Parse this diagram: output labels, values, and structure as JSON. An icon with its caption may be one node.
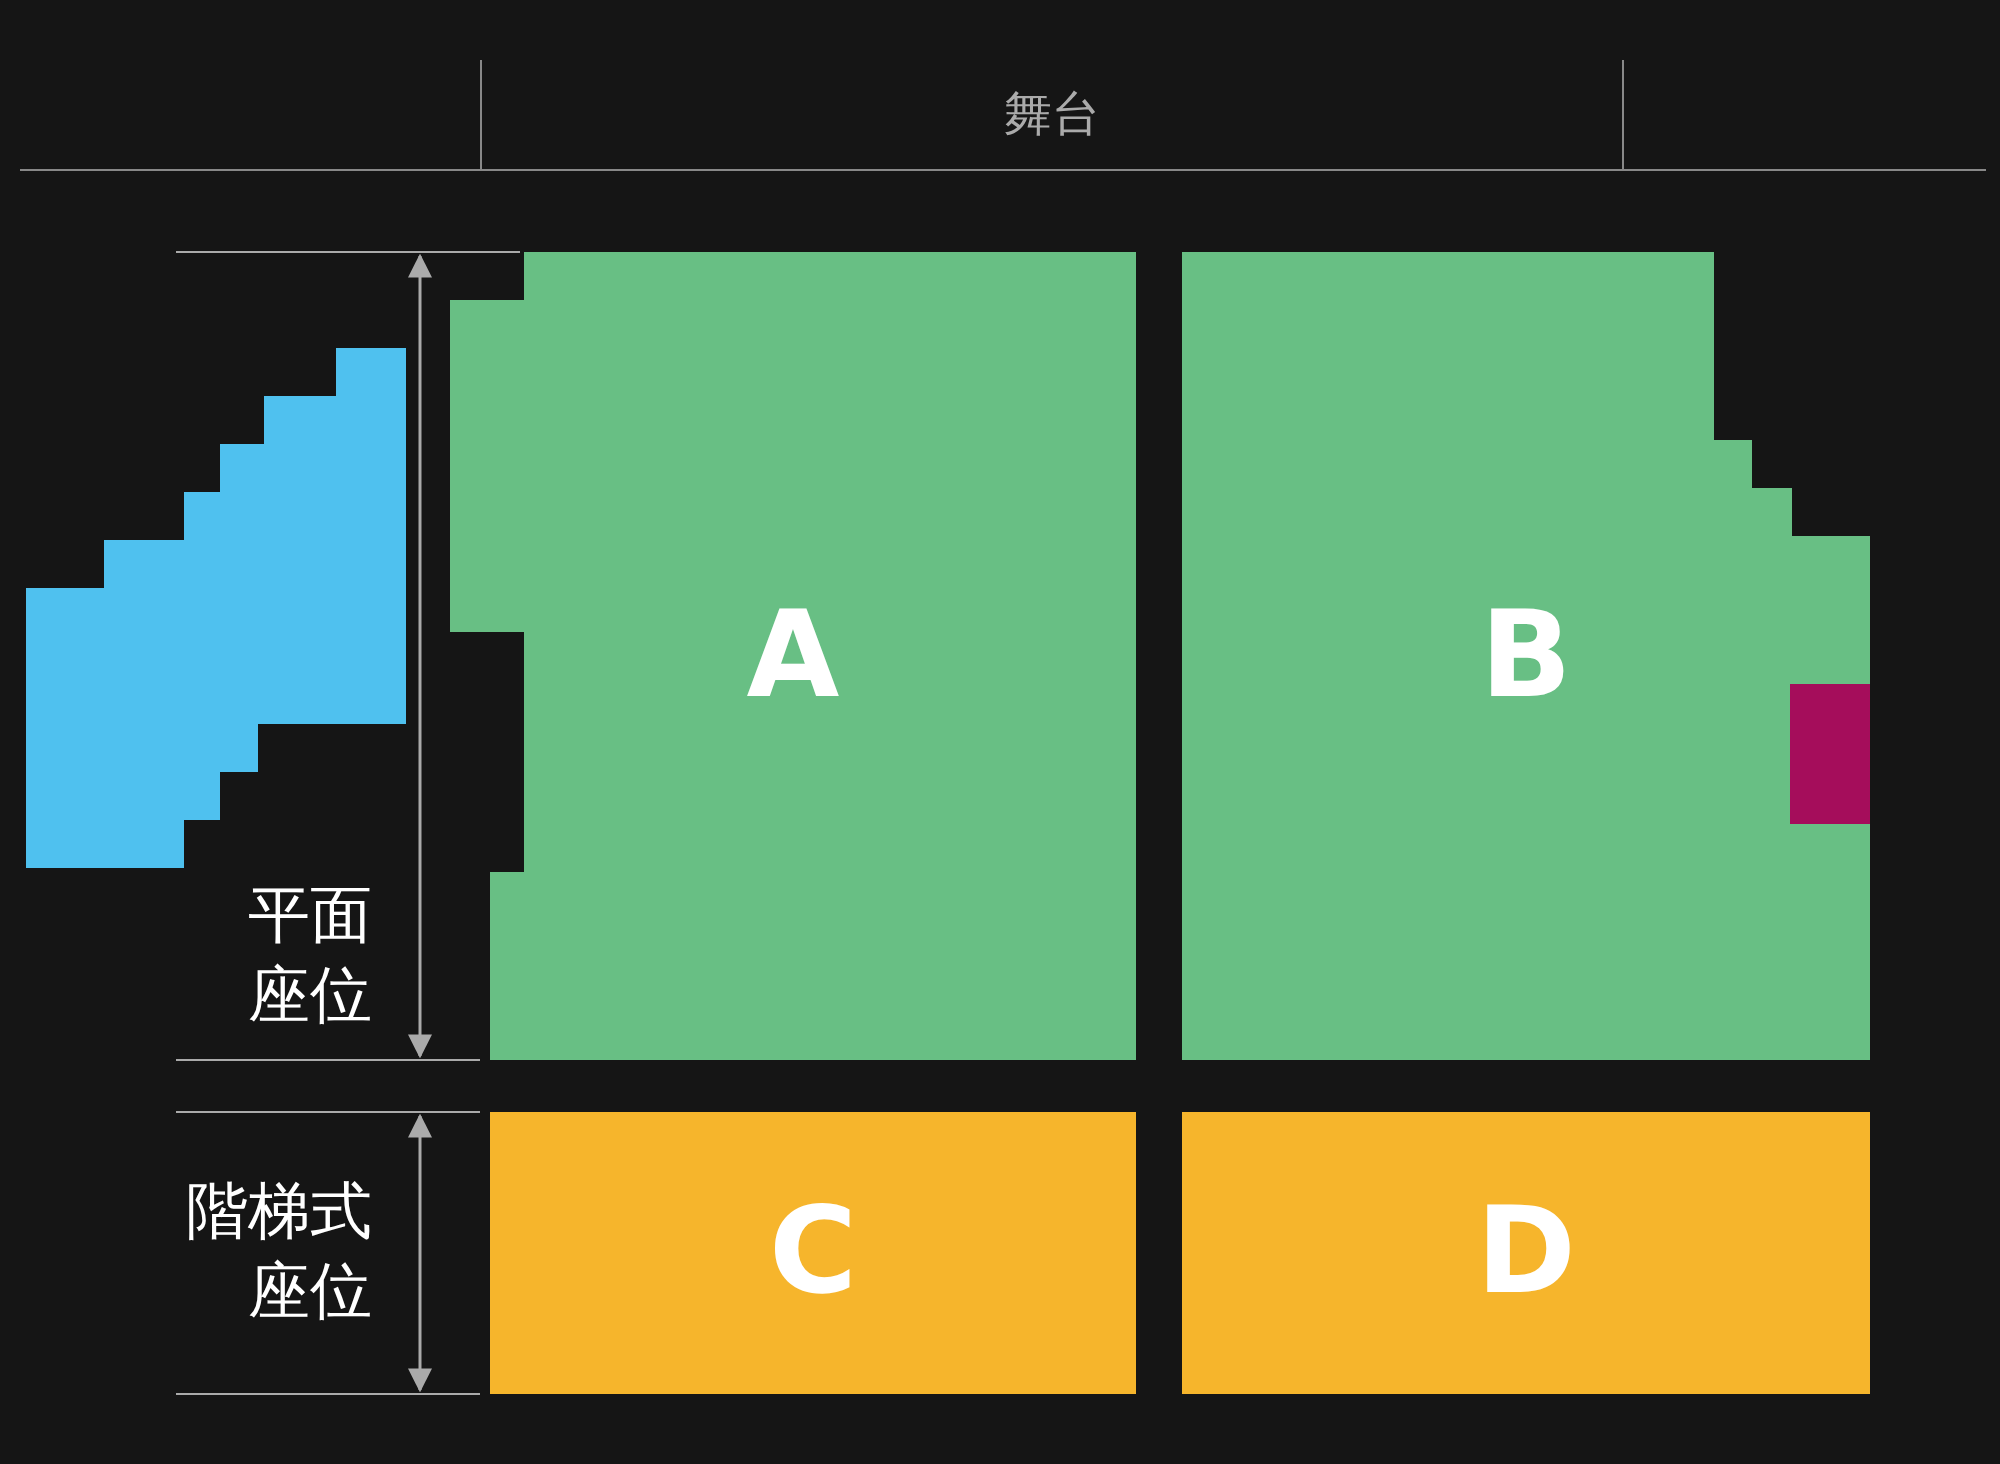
{
  "diagram": {
    "nodes": [
      {
        "text": [
          "舞台"
        ]
      },
      {
        "text": [],
        "shape": "box"
      },
      {
        "text": [
          "A"
        ]
      },
      {
        "text": [
          "B"
        ]
      },
      {
        "text": [],
        "shape": "box",
        "in": 3
      },
      {
        "text": [
          "C"
        ]
      },
      {
        "text": [
          "D"
        ]
      }
    ],
    "labels": [
      "平面座位",
      "階梯式座位"
    ]
  }
}
